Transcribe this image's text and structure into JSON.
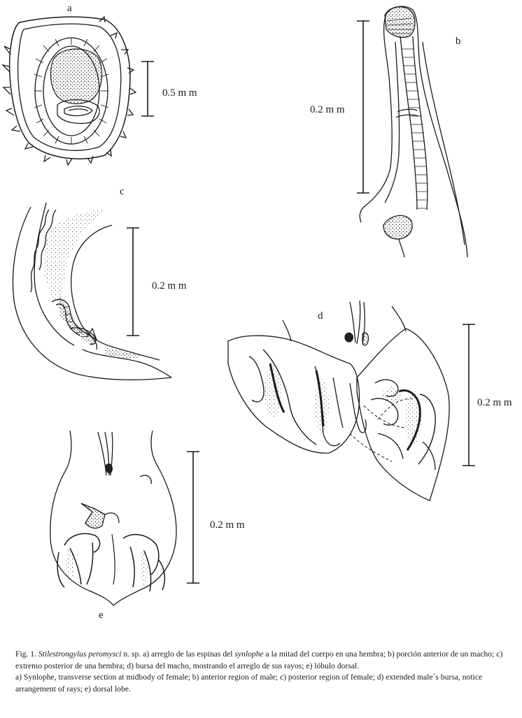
{
  "panels": {
    "a": {
      "label": "a",
      "scale": "0.5 m m"
    },
    "b": {
      "label": "b",
      "scale": "0.2 m m"
    },
    "c": {
      "label": "c",
      "scale": "0.2 m m"
    },
    "d": {
      "label": "d",
      "scale": "0.2 m m"
    },
    "e": {
      "label": "e",
      "scale": "0.2 m m"
    }
  },
  "caption": {
    "fig_prefix": "Fig. 1. ",
    "species": "Stilestrongylus peromysci",
    "spanish_a": " n. sp. a) arreglo de las espinas del ",
    "synlophe": "synlophe",
    "spanish_b": " a la mitad del cuerpo en una hembra; b) porción anterior de un macho; c) extremo posterior de una hembra; d) bursa del macho, mostrando el arreglo de sus rayos; e) lóbulo dorsal.",
    "english": "a) Synlophe, transverse section at midbody of female; b) anterior region of male; c) posterior region of female; d) extended male´s bursa, notice arrangement of rays; e) dorsal lobe."
  }
}
